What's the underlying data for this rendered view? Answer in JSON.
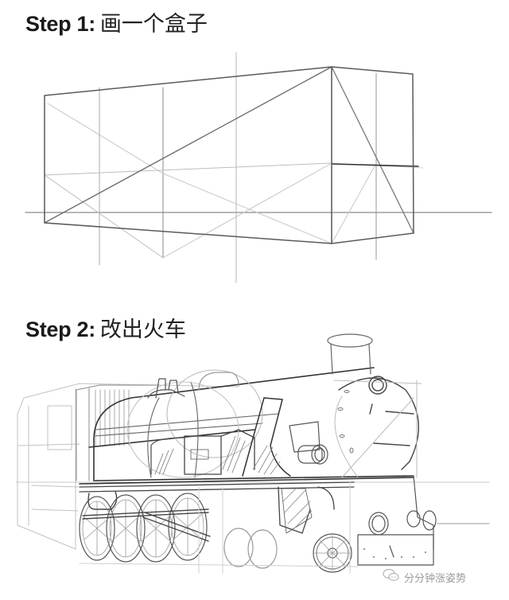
{
  "steps": [
    {
      "label": "Step 1:",
      "caption": "画一个盒子",
      "figure": "perspective-box-construction-sketch"
    },
    {
      "label": "Step 2:",
      "caption": "改出火车",
      "figure": "steam-locomotive-pencil-sketch"
    }
  ],
  "watermark": {
    "icon": "wechat-icon",
    "text": "分分钟涨姿势"
  },
  "colors": {
    "background": "#ffffff",
    "title": "#1a1a1a",
    "line_dark": "#555555",
    "line_light": "#bbbbbb",
    "watermark": "#9a9a9a"
  }
}
